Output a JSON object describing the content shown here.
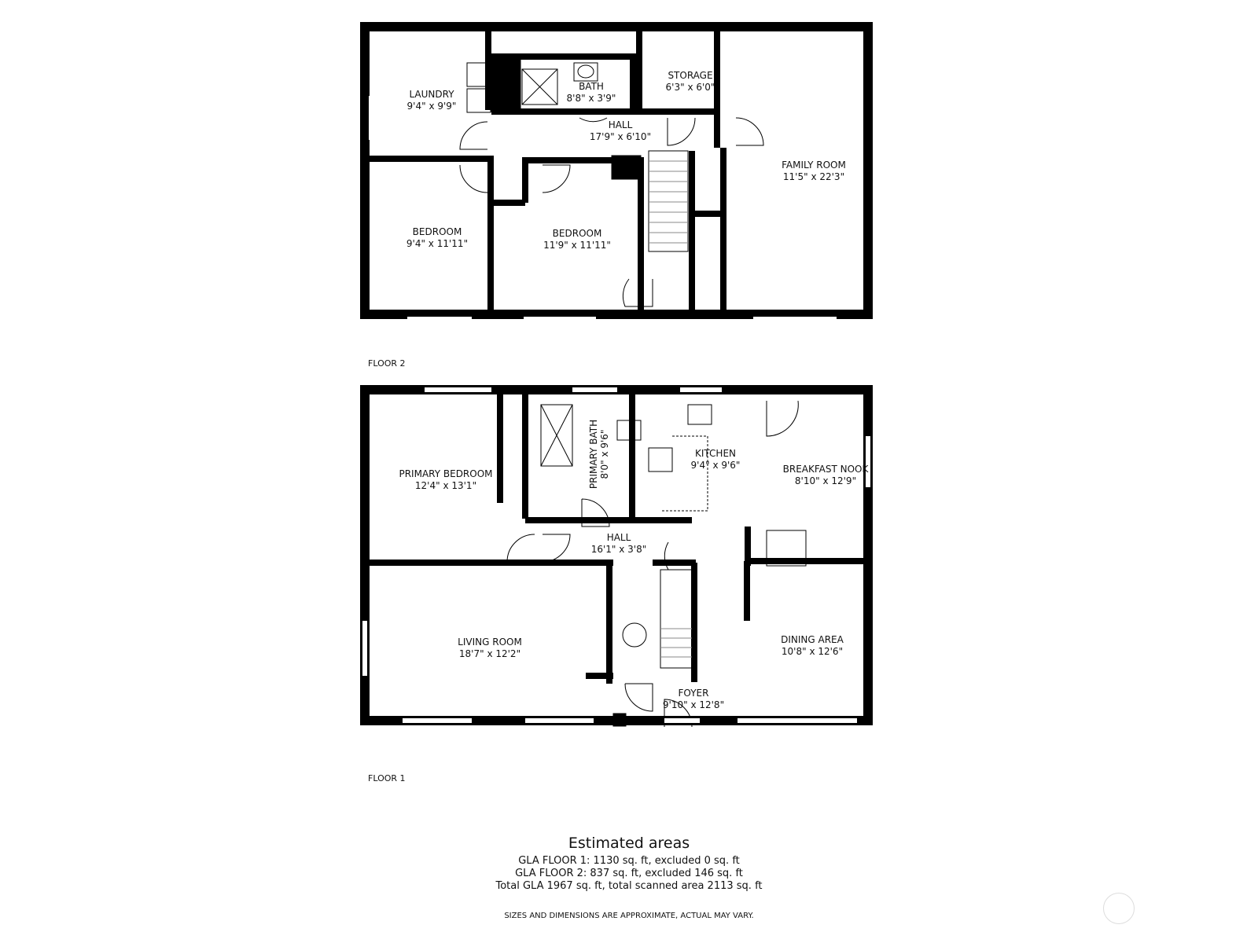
{
  "floor2": {
    "label": "FLOOR 2",
    "rooms": [
      {
        "name": "LAUNDRY",
        "dims": "9'4\" x 9'9\""
      },
      {
        "name": "BATH",
        "dims": "8'8\" x 3'9\""
      },
      {
        "name": "STORAGE",
        "dims": "6'3\" x 6'0\""
      },
      {
        "name": "HALL",
        "dims": "17'9\" x 6'10\""
      },
      {
        "name": "FAMILY ROOM",
        "dims": "11'5\" x 22'3\""
      },
      {
        "name": "BEDROOM",
        "dims": "9'4\" x 11'11\""
      },
      {
        "name": "BEDROOM",
        "dims": "11'9\" x 11'11\""
      }
    ]
  },
  "floor1": {
    "label": "FLOOR 1",
    "rooms": [
      {
        "name": "PRIMARY BEDROOM",
        "dims": "12'4\" x 13'1\""
      },
      {
        "name": "PRIMARY BATH",
        "dims": "8'0\" x 9'6\""
      },
      {
        "name": "KITCHEN",
        "dims": "9'4\" x 9'6\""
      },
      {
        "name": "BREAKFAST NOOK",
        "dims": "8'10\" x 12'9\""
      },
      {
        "name": "HALL",
        "dims": "16'1\" x 3'8\""
      },
      {
        "name": "LIVING ROOM",
        "dims": "18'7\" x 12'2\""
      },
      {
        "name": "DINING AREA",
        "dims": "10'8\" x 12'6\""
      },
      {
        "name": "FOYER",
        "dims": "9'10\" x 12'8\""
      }
    ]
  },
  "areas": {
    "title": "Estimated areas",
    "lines": [
      "GLA FLOOR 1: 1130 sq. ft, excluded 0 sq. ft",
      "GLA FLOOR 2: 837 sq. ft, excluded 146 sq. ft",
      "Total GLA 1967 sq. ft, total scanned area 2113 sq. ft"
    ]
  },
  "disclaimer": "SIZES AND DIMENSIONS ARE APPROXIMATE, ACTUAL MAY VARY."
}
